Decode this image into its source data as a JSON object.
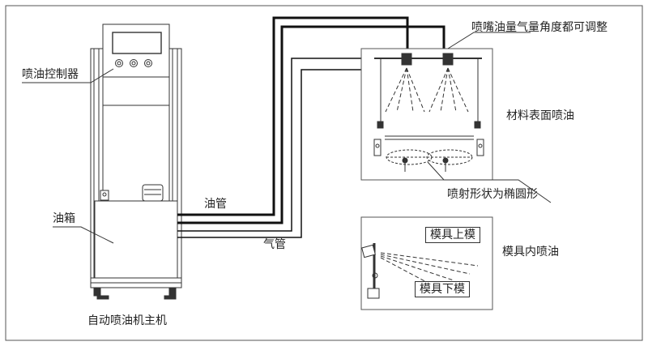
{
  "labels": {
    "controller": "喷油控制器",
    "tank": "油箱",
    "host": "自动喷油机主机",
    "oil_pipe": "油管",
    "air_pipe": "气管",
    "nozzle_adjust": "喷嘴油量气量角度都可调整",
    "surface_spray": "材料表面喷油",
    "spray_shape": "喷射形状为椭圆形",
    "mold_spray": "模具内喷油",
    "mold_upper": "模具上模",
    "mold_lower": "模具下模"
  }
}
